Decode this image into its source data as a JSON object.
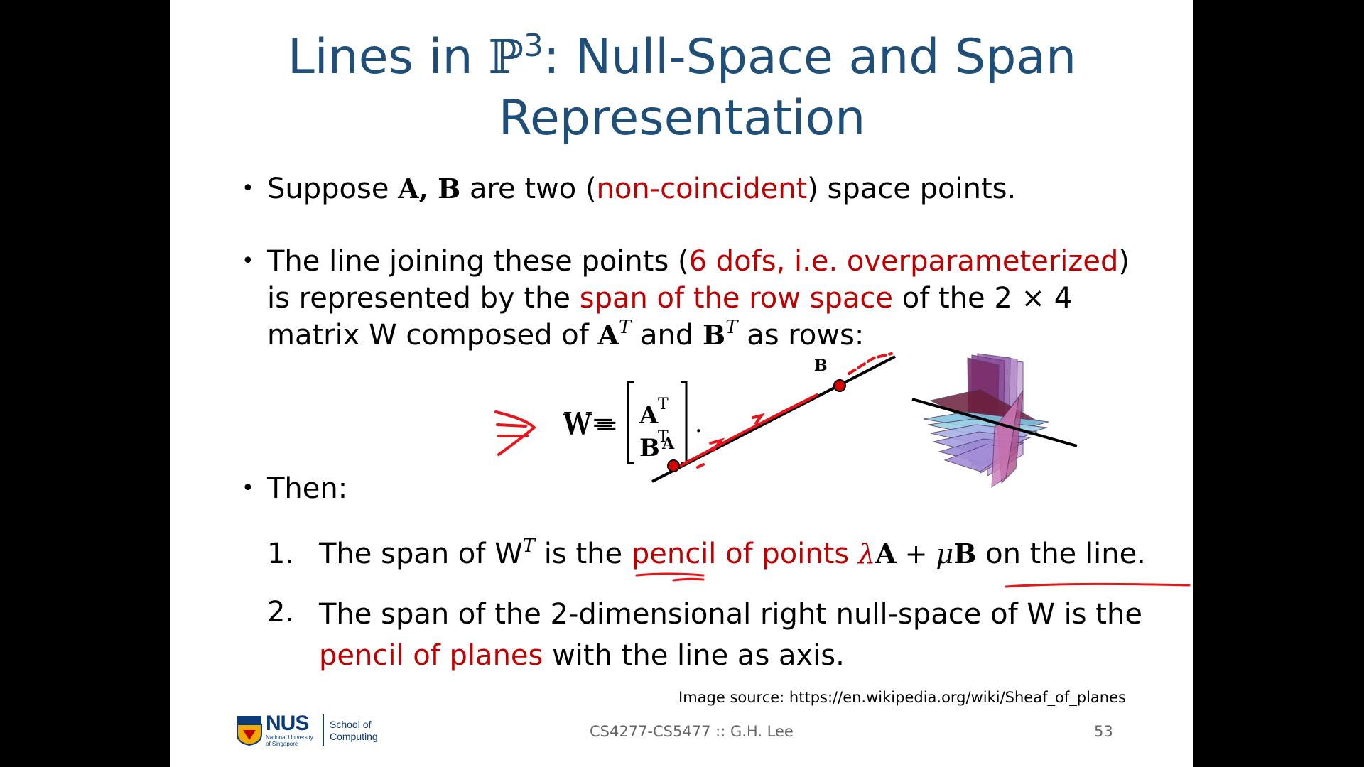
{
  "title": {
    "line1_prefix": "Lines in ",
    "bb_symbol": "ℙ",
    "bb_exp": "3",
    "line1_suffix": ": Null-Space and Span",
    "line2": "Representation"
  },
  "bullets": {
    "b1": {
      "pre": "Suppose ",
      "math": "A, B",
      "mid": " are two (",
      "red": "non-coincident",
      "post": ") space points."
    },
    "b2": {
      "pre": "The line joining these points (",
      "red1": "6 dofs, i.e. overparameterized",
      "mid1": ") is represented by the ",
      "red2": "span of the row space",
      "mid2": " of the 2 × 4 matrix W composed of ",
      "mA": "A",
      "supT1": "T",
      "and": " and ",
      "mB": "B",
      "supT2": "T",
      "post": " as rows:"
    },
    "b3": {
      "text": "Then:"
    },
    "bullet_char": "•"
  },
  "matrix": {
    "lhs": "W",
    "eq": "=",
    "row1": "A",
    "row2": "B",
    "sup": "T",
    "period": "."
  },
  "list": [
    {
      "num": "1.",
      "pre": "The span of W",
      "sup": "T",
      "mid": " is the ",
      "red": "pencil of points ",
      "lambda": "λ",
      "A": "A",
      "plus": " + ",
      "mu": "μ",
      "B": "B",
      "post": " on the line."
    },
    {
      "num": "2.",
      "pre": "The span of the 2-dimensional right null-space of W is the ",
      "red": "pencil of planes",
      "post": " with the line as axis."
    }
  ],
  "figure": {
    "label_a": "A",
    "label_b": "B"
  },
  "footer": {
    "source": "Image source: https://en.wikipedia.org/wiki/Sheaf_of_planes",
    "course": "CS4277-CS5477 :: G.H. Lee",
    "page": "53",
    "logo_main": "NUS",
    "logo_sub": "National University of Singapore",
    "school_line1": "School of",
    "school_line2": "Computing"
  },
  "colors": {
    "title": "#1f4e79",
    "accent_red": "#c00000",
    "ink_red": "#e8141a"
  }
}
